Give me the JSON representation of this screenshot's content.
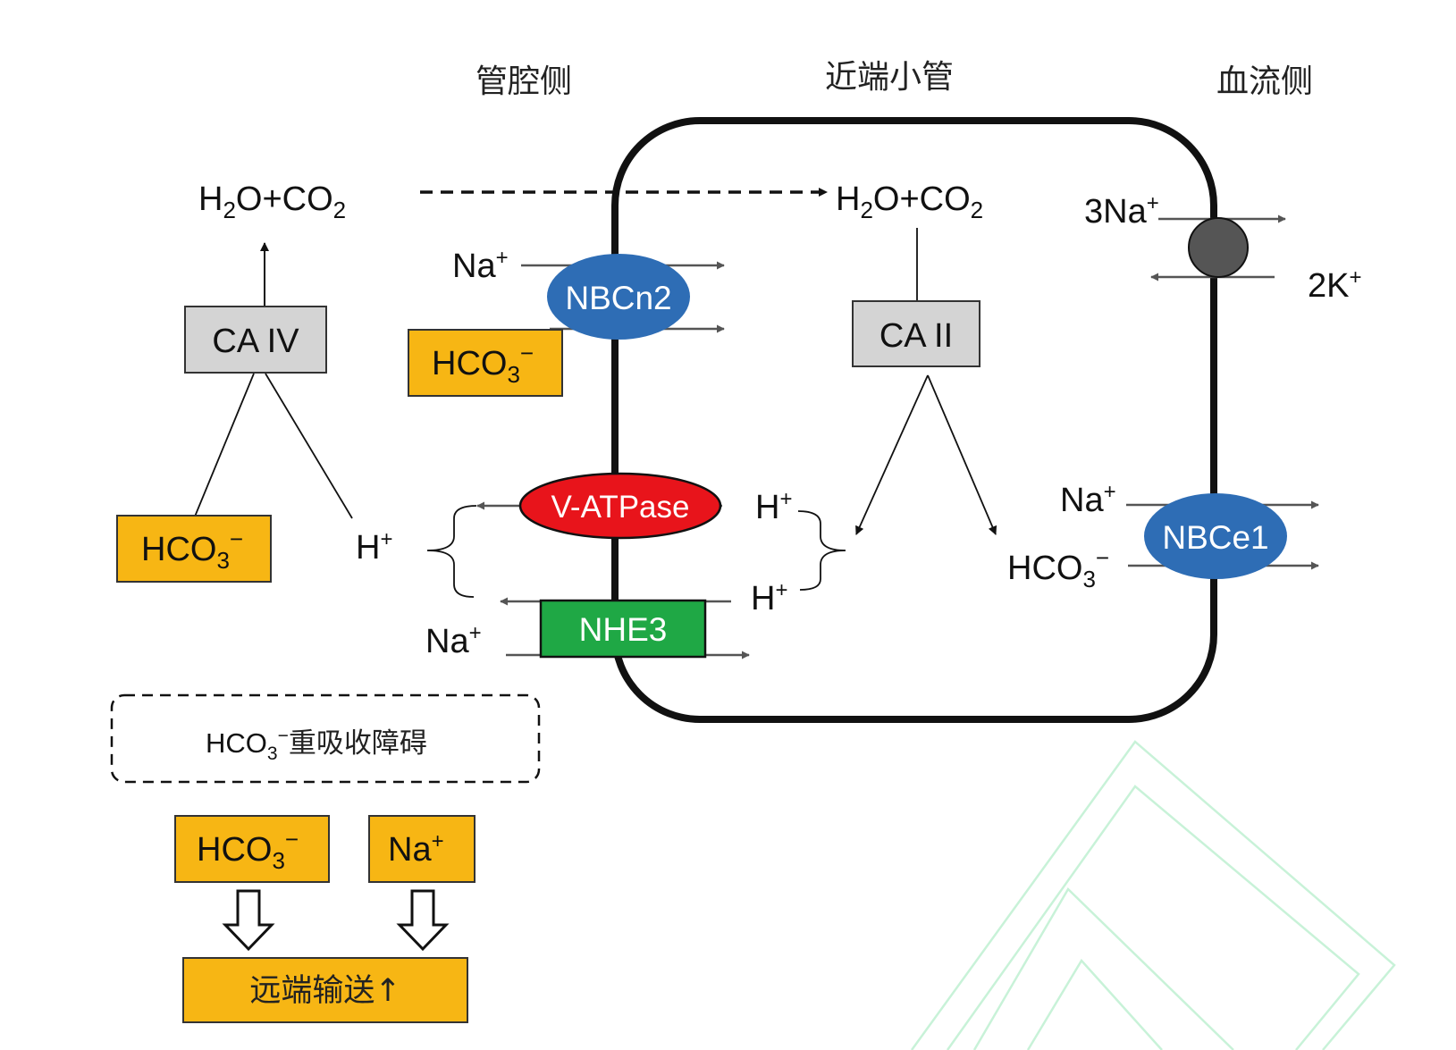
{
  "header": {
    "lumen_side": "管腔侧",
    "proximal_tubule": "近端小管",
    "blood_side": "血流侧"
  },
  "molecules": {
    "h2o_co2": "H2O+CO2",
    "na_plus": "Na+",
    "h_plus": "H+",
    "hco3_minus": "HCO3−",
    "three_na_plus": "3Na+",
    "two_k_plus": "2K+"
  },
  "enzymes": {
    "ca_iv": "CA IV",
    "ca_ii": "CA II"
  },
  "transporters": {
    "nbcn2": "NBCn2",
    "v_atpase": "V-ATPase",
    "nhe3": "NHE3",
    "nbce1": "NBCe1"
  },
  "outcome": {
    "impairment": "HCO3−重吸收障碍",
    "distal_delivery": "远端输送↑"
  },
  "colors": {
    "orange_box": "#F7B614",
    "gray_box": "#D4D4D4",
    "blue_transporter": "#2E6DB5",
    "red_transporter": "#E8141B",
    "green_transporter": "#1FA845",
    "watermark": "#C8F2D8"
  }
}
